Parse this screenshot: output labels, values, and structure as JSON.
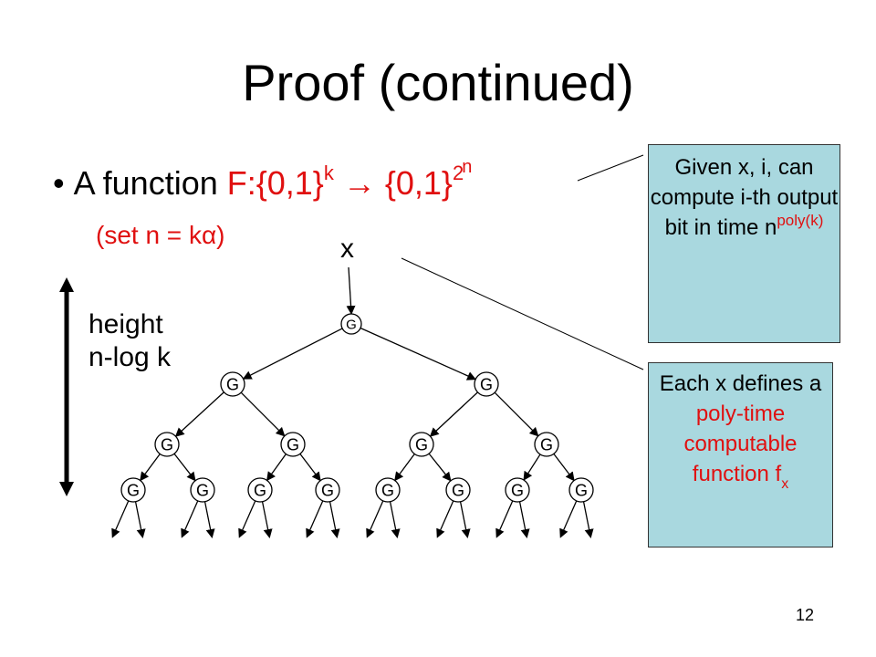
{
  "slide": {
    "title": "Proof (continued)",
    "bullet": {
      "marker": "•",
      "prefix": "A function ",
      "func_main": "F:{0,1}",
      "func_sup": "k",
      "arrow": " → {0,1}",
      "exp_base": "2",
      "exp_sup": "n"
    },
    "set_n": "(set n = kα)",
    "x_label": "x",
    "height_label": "height\nn-log k",
    "note1": {
      "text": "Given x, i, can compute i-th output bit in time n",
      "sup": "poly(k)"
    },
    "note2": {
      "line_black": "Each x defines a",
      "line_red": "poly-time computable",
      "line_end": "function f",
      "sub": "x"
    },
    "node_label": "G",
    "page_number": "12"
  },
  "colors": {
    "accent_red": "#e01010",
    "note_fill": "#a9d8df"
  }
}
